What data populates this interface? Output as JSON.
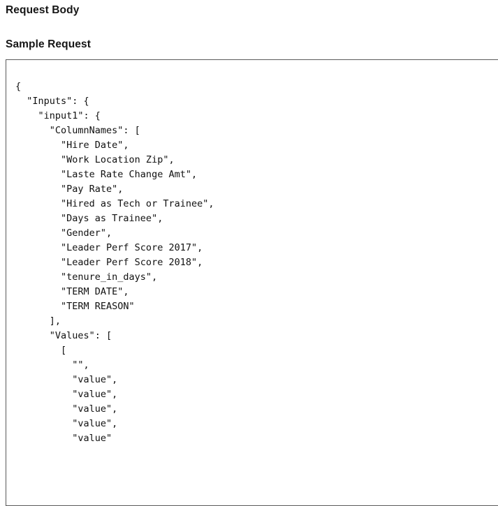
{
  "headings": {
    "request_body": "Request Body",
    "sample_request": "Sample Request"
  },
  "code_block": {
    "language": "json",
    "lines": [
      "{",
      "  \"Inputs\": {",
      "    \"input1\": {",
      "      \"ColumnNames\": [",
      "        \"Hire Date\",",
      "        \"Work Location Zip\",",
      "        \"Laste Rate Change Amt\",",
      "        \"Pay Rate\",",
      "        \"Hired as Tech or Trainee\",",
      "        \"Days as Trainee\",",
      "        \"Gender\",",
      "        \"Leader Perf Score 2017\",",
      "        \"Leader Perf Score 2018\",",
      "        \"tenure_in_days\",",
      "        \"TERM DATE\",",
      "        \"TERM REASON\"",
      "      ],",
      "      \"Values\": [",
      "        [",
      "          \"\",",
      "          \"value\",",
      "          \"value\",",
      "          \"value\",",
      "          \"value\",",
      "          \"value\""
    ]
  },
  "colors": {
    "background": "#ffffff",
    "heading_text": "#161616",
    "code_text": "#111111",
    "code_border": "#5a5a5a"
  }
}
